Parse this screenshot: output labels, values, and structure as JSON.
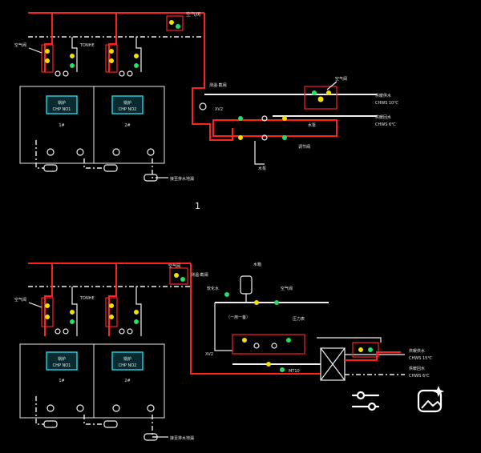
{
  "diagram": {
    "figure_number": "1",
    "labels": {
      "air_vent": "空气阀",
      "tonhe": "TONHE",
      "thermo_valve": "测温·截阀",
      "ctrl_valve": "调节阀",
      "valve_code": "XV2",
      "pump_word": "水泵",
      "drain_pipe": "接至排水地漏",
      "tank": "水箱",
      "chem_dosing": "软化水",
      "one_use_one_standby": "（一用一备）",
      "pressure_gauge": "压力表",
      "sensor_code": "MT10"
    },
    "boilers": [
      {
        "name": "锅炉",
        "sub": "CHP NO1",
        "unit": "1#"
      },
      {
        "name": "锅炉",
        "sub": "CHP NO2",
        "unit": "2#"
      },
      {
        "name": "锅炉",
        "sub": "CHP NO1",
        "unit": "1#"
      },
      {
        "name": "锅炉",
        "sub": "CHP NO2",
        "unit": "2#"
      }
    ],
    "outlets": {
      "supply_top": "供暖供水",
      "supply_top_temp": "CHWS 10℃",
      "return_top": "供暖回水",
      "return_top_temp": "CHWS 6℃",
      "supply_bottom": "供暖供水",
      "supply_bottom_temp": "CHWS 15℃",
      "return_bottom": "供暖回水",
      "return_bottom_temp": "CHWS 6℃"
    },
    "colors": {
      "supply": "#ff2020",
      "return": "#f0f0f0",
      "valve": "#f5e000",
      "fitting": "#22e06a",
      "panel": "#22c8d8"
    }
  },
  "overlay": {
    "controls_icon": "sliders-icon",
    "image_icon": "image-sparkle-icon"
  }
}
